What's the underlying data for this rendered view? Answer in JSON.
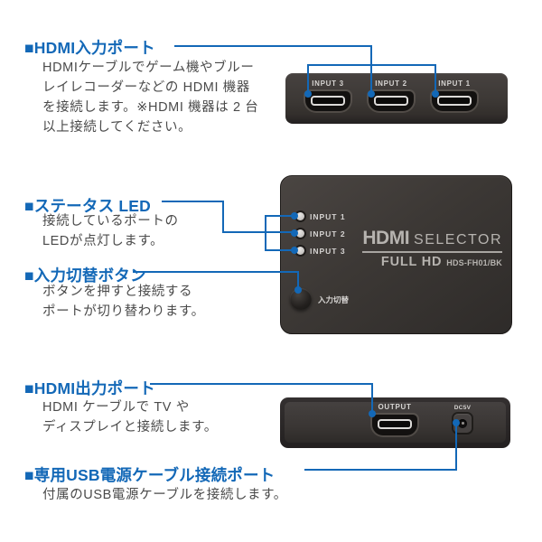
{
  "colors": {
    "accent": "#1368b7",
    "body_text": "#4a4a4a",
    "device_face": "#3b3734",
    "device_label": "#d6d4d2",
    "brand_gray": "#b6b3af"
  },
  "annotations": {
    "hdmi_input": {
      "heading": "■HDMI入力ポート",
      "lines": [
        "HDMIケーブルでゲーム機やブルー",
        "レイレコーダーなどの HDMI 機器",
        "を接続します。※HDMI 機器は 2 台",
        "以上接続してください。"
      ]
    },
    "status_led": {
      "heading": "■ステータス LED",
      "lines": [
        "接続しているポートの",
        "LEDが点灯します。"
      ]
    },
    "input_switch": {
      "heading": "■入力切替ボタン",
      "lines": [
        "ボタンを押すと接続する",
        "ポートが切り替わります。"
      ]
    },
    "hdmi_output": {
      "heading": "■HDMI出力ポート",
      "lines": [
        "HDMI ケーブルで TV や",
        "ディスプレイと接続します。"
      ]
    },
    "usb_power": {
      "heading": "■専用USB電源ケーブル接続ポート",
      "lines": [
        "付属のUSB電源ケーブルを接続します。"
      ]
    }
  },
  "device": {
    "rear_panel": {
      "port_labels": [
        "INPUT 3",
        "INPUT 2",
        "INPUT 1"
      ]
    },
    "front_panel": {
      "led_labels": [
        "INPUT 1",
        "INPUT 2",
        "INPUT 3"
      ],
      "brand_logo": "HDMI",
      "brand_suffix": "SELECTOR",
      "spec": "FULL HD",
      "model": "HDS-FH01/BK",
      "button_label": "入力切替"
    },
    "output_panel": {
      "output_label": "OUTPUT",
      "dc_label": "DC5V"
    }
  }
}
